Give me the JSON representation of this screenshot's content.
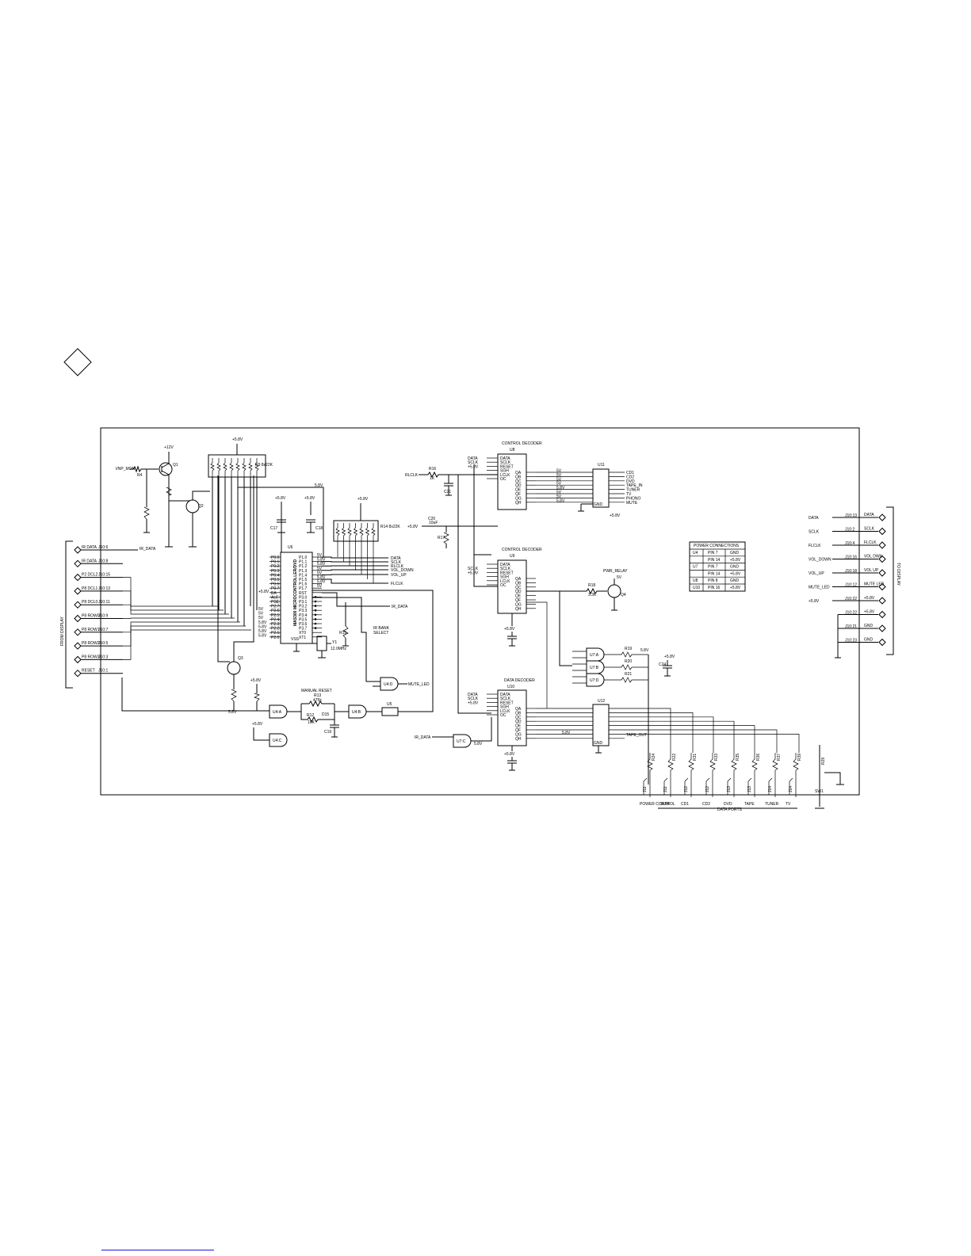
{
  "left_connector": {
    "title": "FROM DISPLAY",
    "pins": [
      {
        "label": "IR DATA",
        "ref": "J10:6",
        "net": "IR_DATA"
      },
      {
        "label": "IR DATA",
        "ref": "J10:8",
        "net": ""
      },
      {
        "label": "P2 DCL2",
        "ref": "J10:15",
        "net": ""
      },
      {
        "label": "P8 DCL1",
        "ref": "J10:13",
        "net": ""
      },
      {
        "label": "P8 DCL0",
        "ref": "J10:11",
        "net": ""
      },
      {
        "label": "P8 ROW0",
        "ref": "J10:9",
        "net": ""
      },
      {
        "label": "P8 ROW1",
        "ref": "J10:7",
        "net": ""
      },
      {
        "label": "P8 ROW2",
        "ref": "J10:5",
        "net": ""
      },
      {
        "label": "P8 ROW3",
        "ref": "J10:3",
        "net": ""
      },
      {
        "label": "RESET",
        "ref": "J10:1",
        "net": ""
      }
    ]
  },
  "right_connector": {
    "title": "TO DISPLAY",
    "pins": [
      {
        "net": "DATA",
        "ref": "J10:13",
        "label": "DATA"
      },
      {
        "net": "SCLK",
        "ref": "J10:2",
        "label": "SCLK"
      },
      {
        "net": "FLCLK",
        "ref": "J10:4",
        "label": "FLCLK"
      },
      {
        "net": "VOL_DOWN",
        "ref": "J10:16",
        "label": "VOL DWN"
      },
      {
        "net": "VOL_UP",
        "ref": "J10:18",
        "label": "VOL UP"
      },
      {
        "net": "MUTE_LED",
        "ref": "J10:12",
        "label": "MUTE LED"
      },
      {
        "net": "+5.8V",
        "ref": "J10:22",
        "label": "+5.8V"
      },
      {
        "net": "",
        "ref": "J10:22",
        "label": "+5.8V"
      },
      {
        "net": "",
        "ref": "J10:21",
        "label": "GND"
      },
      {
        "net": "",
        "ref": "J10:23",
        "label": "GND"
      }
    ]
  },
  "mcu": {
    "ref": "U6",
    "part": "MAS300 MICROCONTROLLER/DVD",
    "left_pins": [
      "P0.0",
      "P0.1",
      "P0.2",
      "P0.3",
      "P0.4",
      "P0.5",
      "P0.6",
      "P0.7",
      "EA",
      "ALE",
      "PSE",
      "P2.7",
      "P2.6",
      "P2.5",
      "P2.4",
      "P2.3",
      "P2.2",
      "P2.1",
      "P2.0"
    ],
    "right_pins": [
      "P1.0",
      "P1.1",
      "P1.2",
      "P1.3",
      "P1.4",
      "P1.5",
      "P1.6",
      "P1.7",
      "RST",
      "P3.0",
      "P3.1",
      "P3.2",
      "P3.3",
      "P3.4",
      "P3.5",
      "P3.6",
      "P3.7",
      "XT0",
      "XT1"
    ],
    "right_levels": [
      "5V",
      "5.8V",
      "5.8V",
      "5V",
      "5V",
      "5.8V",
      "5.8V",
      "5V"
    ],
    "left_levels": [
      "5V",
      "5V",
      "5V",
      "5.8V",
      "5.8V",
      "5.8V",
      "5.8V"
    ],
    "vss": "VSS"
  },
  "mcu_nets": [
    "DATA",
    "SCLK",
    "RLCLK",
    "VOL_DOWN",
    "VOL_UP",
    "FLCLK",
    "IR_DATA"
  ],
  "decoder_u8": {
    "title": "CONTROL DECODER",
    "ref": "U8",
    "left_pins": [
      "DATA",
      "SCLK",
      "RESET",
      "SGH",
      "LCLK",
      "OC"
    ],
    "right_pins": [
      "QA",
      "QB",
      "QC",
      "QD",
      "QE",
      "QF",
      "QG",
      "QH"
    ],
    "inputs": [
      "DATA",
      "SCLK",
      "+5.8V"
    ],
    "levels": [
      "5V",
      "5V",
      "5V",
      "5V",
      "5.8V",
      "5V",
      "5V",
      "5.8V"
    ]
  },
  "decoder_u9": {
    "title": "CONTROL DECODER",
    "ref": "U9",
    "left_pins": [
      "DATA",
      "SCLK",
      "RESET",
      "SGH",
      "LCLK",
      "OC"
    ],
    "right_pins": [
      "QA",
      "QB",
      "QC",
      "QD",
      "QE",
      "QF",
      "QG",
      "QH"
    ],
    "inputs": [
      "SCLK",
      "+5.8V"
    ]
  },
  "decoder_u10": {
    "title": "DATA DECODER",
    "ref": "U10",
    "left_pins": [
      "DATA",
      "SCLK",
      "RESET",
      "SGH",
      "LCLK",
      "OC"
    ],
    "right_pins": [
      "QA",
      "QB",
      "QC",
      "QD",
      "QE",
      "QF",
      "QG",
      "QH"
    ],
    "inputs": [
      "DATA",
      "SCLK",
      "+5.8V"
    ]
  },
  "driver_u11": {
    "ref": "U11",
    "outputs": [
      "CD1",
      "CD2",
      "DVD",
      "TAPE_IN",
      "TUNER",
      "TV",
      "PHONO",
      "MUTE"
    ],
    "gnd": "GND"
  },
  "driver_u12": {
    "ref": "U12",
    "outputs": [
      "TAPE_OUT"
    ],
    "gnd": "GND"
  },
  "power_table": {
    "title": "POWER CONNECTIONS",
    "rows": [
      {
        "ic": "U4",
        "pin": "PIN 7",
        "net": "GND"
      },
      {
        "ic": "",
        "pin": "PIN 14",
        "net": "+5.8V"
      },
      {
        "ic": "U7",
        "pin": "PIN 7",
        "net": "GND"
      },
      {
        "ic": "",
        "pin": "PIN 14",
        "net": "+5.8V"
      },
      {
        "ic": "U8",
        "pin": "PIN 8",
        "net": "GND"
      },
      {
        "ic": "U10",
        "pin": "PIN 16",
        "net": "+5.8V"
      }
    ]
  },
  "labels": {
    "ir_mon": "I/NP_MON",
    "rlclk": "RLCLK",
    "ir_data": "IR_DATA",
    "ir_bank": "IR BANK SELECT",
    "mute_led": "MUTE_LED",
    "manual_reset": "MANUAL RESET",
    "pwr_relay": "PWR_RELAY",
    "tape_out": "TAPE_OUT",
    "plus12": "+12V",
    "plus5": "+5.8V",
    "xtal": "12.0MHz",
    "r13": "R13",
    "r13v": "475k",
    "r12": "R12",
    "r12v": "10K",
    "r18": "R18",
    "r18v": "3.3K",
    "r16": "R16",
    "r16v": "1K",
    "rnet1": "R9 8x22K",
    "rnet2": "R14 8x22K",
    "c20": "C20",
    "c20v": "10uF"
  },
  "ports": {
    "caption": "DATA PORTS",
    "items": [
      {
        "ref": "J11",
        "name": "POWER CONTROL"
      },
      {
        "ref": "J11",
        "name": "SUM"
      },
      {
        "ref": "J12",
        "name": "CD1"
      },
      {
        "ref": "J12",
        "name": "CD2"
      },
      {
        "ref": "J13",
        "name": "DVD"
      },
      {
        "ref": "J13",
        "name": "TAPE"
      },
      {
        "ref": "J14",
        "name": "TUNER"
      },
      {
        "ref": "J14",
        "name": "TV"
      }
    ],
    "resistors": [
      "R24",
      "R22",
      "R31",
      "R33",
      "R35",
      "R36",
      "R37",
      "R39"
    ],
    "gnd_ref": "R29"
  },
  "gates": [
    "U4:A",
    "U4:B",
    "U4:C",
    "U4:D",
    "U5",
    "U7:A",
    "U7:B",
    "U7:C",
    "U7:D"
  ]
}
